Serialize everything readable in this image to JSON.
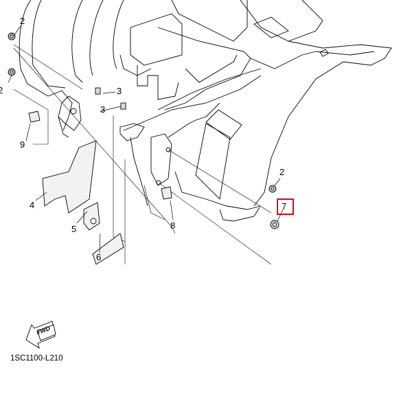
{
  "diagram": {
    "part_labels": [
      {
        "id": "2a",
        "text": "2"
      },
      {
        "id": "2b",
        "text": "2"
      },
      {
        "id": "3a",
        "text": "3"
      },
      {
        "id": "3b",
        "text": "3"
      },
      {
        "id": "9",
        "text": "9"
      },
      {
        "id": "4",
        "text": "4"
      },
      {
        "id": "5",
        "text": "5"
      },
      {
        "id": "6",
        "text": "6"
      },
      {
        "id": "8",
        "text": "8"
      },
      {
        "id": "2c",
        "text": "2"
      },
      {
        "id": "7",
        "text": "7"
      }
    ],
    "highlighted_part": "7",
    "highlight_color": "#e0000f",
    "fwd_arrow_text": "FWD",
    "caption": "1SC1100-L210"
  }
}
